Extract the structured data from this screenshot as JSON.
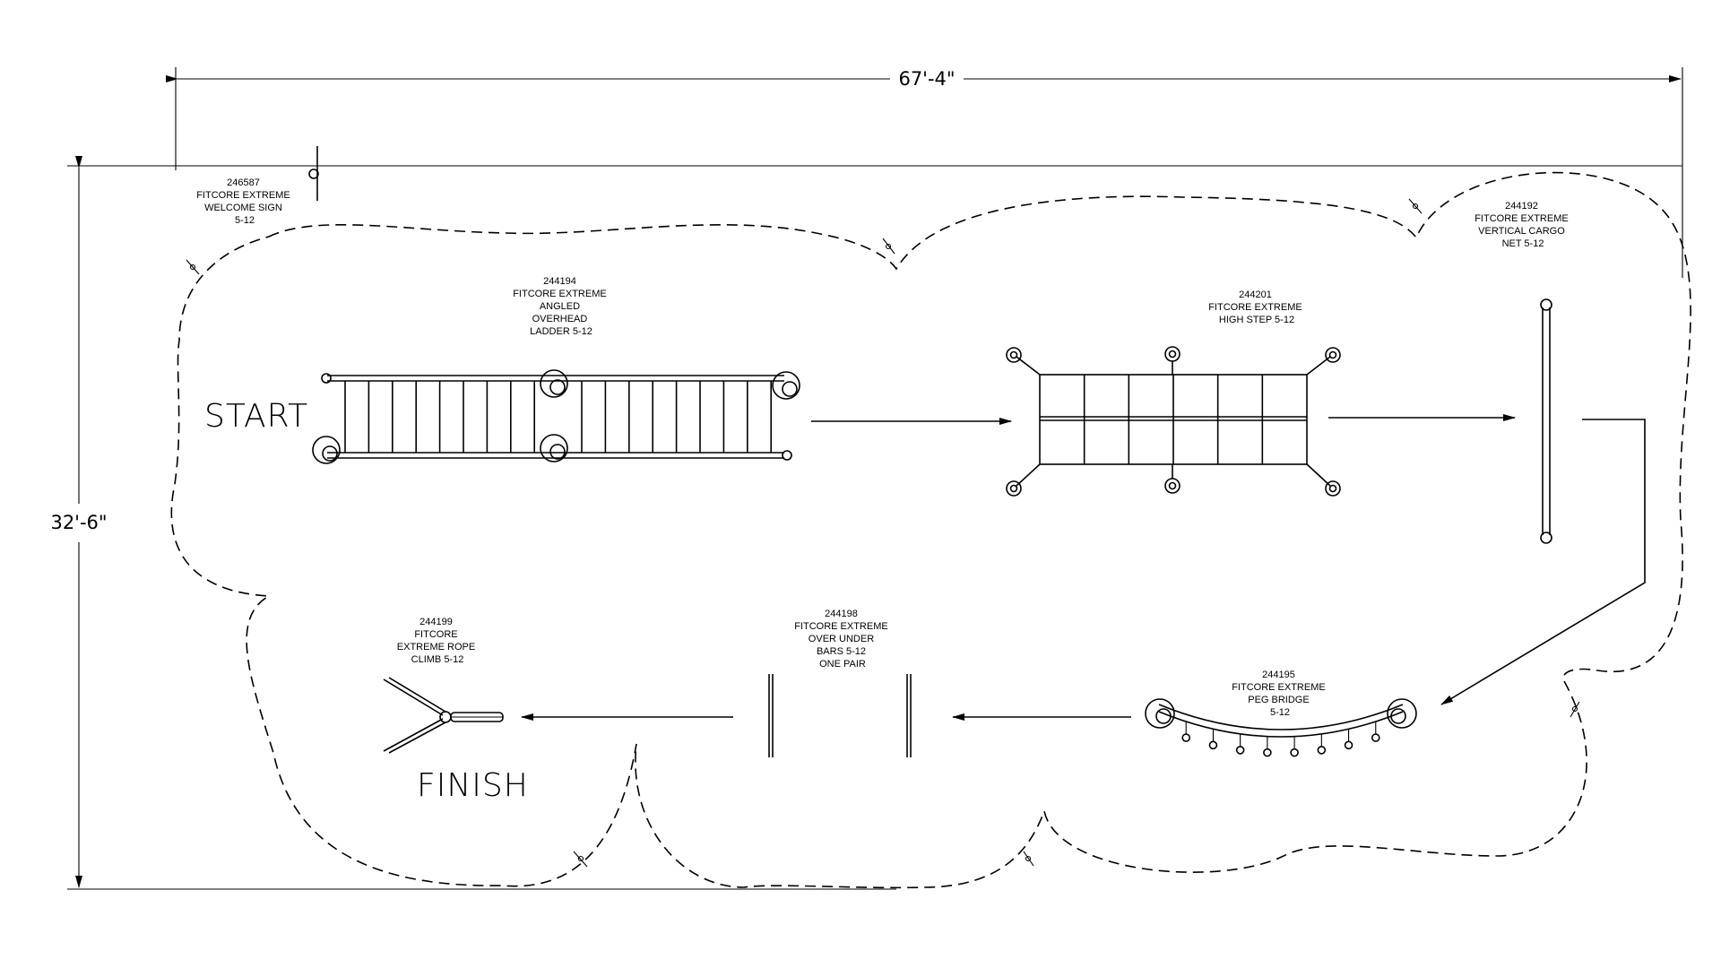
{
  "dimensions": {
    "width_label": "67'-4\"",
    "height_label": "32'-6\""
  },
  "labels": {
    "start": "START",
    "finish": "FINISH"
  },
  "components": {
    "welcome_sign": [
      "246587",
      "FITCORE EXTREME",
      "WELCOME SIGN",
      "5-12"
    ],
    "overhead_ladder": [
      "244194",
      "FITCORE EXTREME",
      "ANGLED",
      "OVERHEAD",
      "LADDER 5-12"
    ],
    "high_step": [
      "244201",
      "FITCORE EXTREME",
      "HIGH STEP 5-12"
    ],
    "cargo_net": [
      "244192",
      "FITCORE EXTREME",
      "VERTICAL CARGO",
      "NET 5-12"
    ],
    "peg_bridge": [
      "244195",
      "FITCORE EXTREME",
      "PEG BRIDGE",
      "5-12"
    ],
    "over_under_bars": [
      "244198",
      "FITCORE EXTREME",
      "OVER UNDER",
      "BARS 5-12",
      "ONE PAIR"
    ],
    "rope_climb": [
      "244199",
      "FITCORE",
      "EXTREME ROPE",
      "CLIMB 5-12"
    ]
  }
}
